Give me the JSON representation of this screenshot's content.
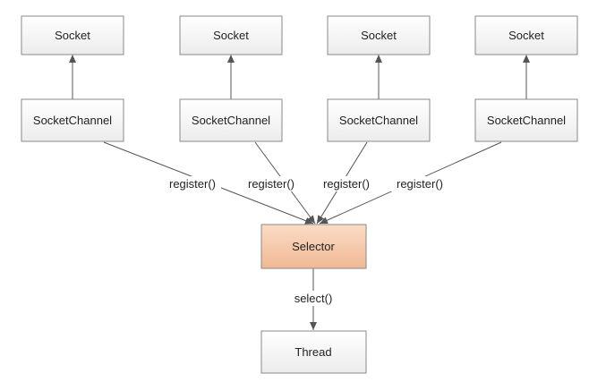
{
  "diagram": {
    "sockets": [
      "Socket",
      "Socket",
      "Socket",
      "Socket"
    ],
    "channels": [
      "SocketChannel",
      "SocketChannel",
      "SocketChannel",
      "SocketChannel"
    ],
    "register_labels": [
      "register()",
      "register()",
      "register()",
      "register()"
    ],
    "selector": "Selector",
    "select_label": "select()",
    "thread": "Thread"
  },
  "colors": {
    "box_fill_top": "#ffffff",
    "box_fill_bottom": "#ececec",
    "selector_fill_top": "#fbdcc6",
    "selector_fill_bottom": "#f0b894",
    "border": "#8a8a8a",
    "arrow": "#555555"
  }
}
